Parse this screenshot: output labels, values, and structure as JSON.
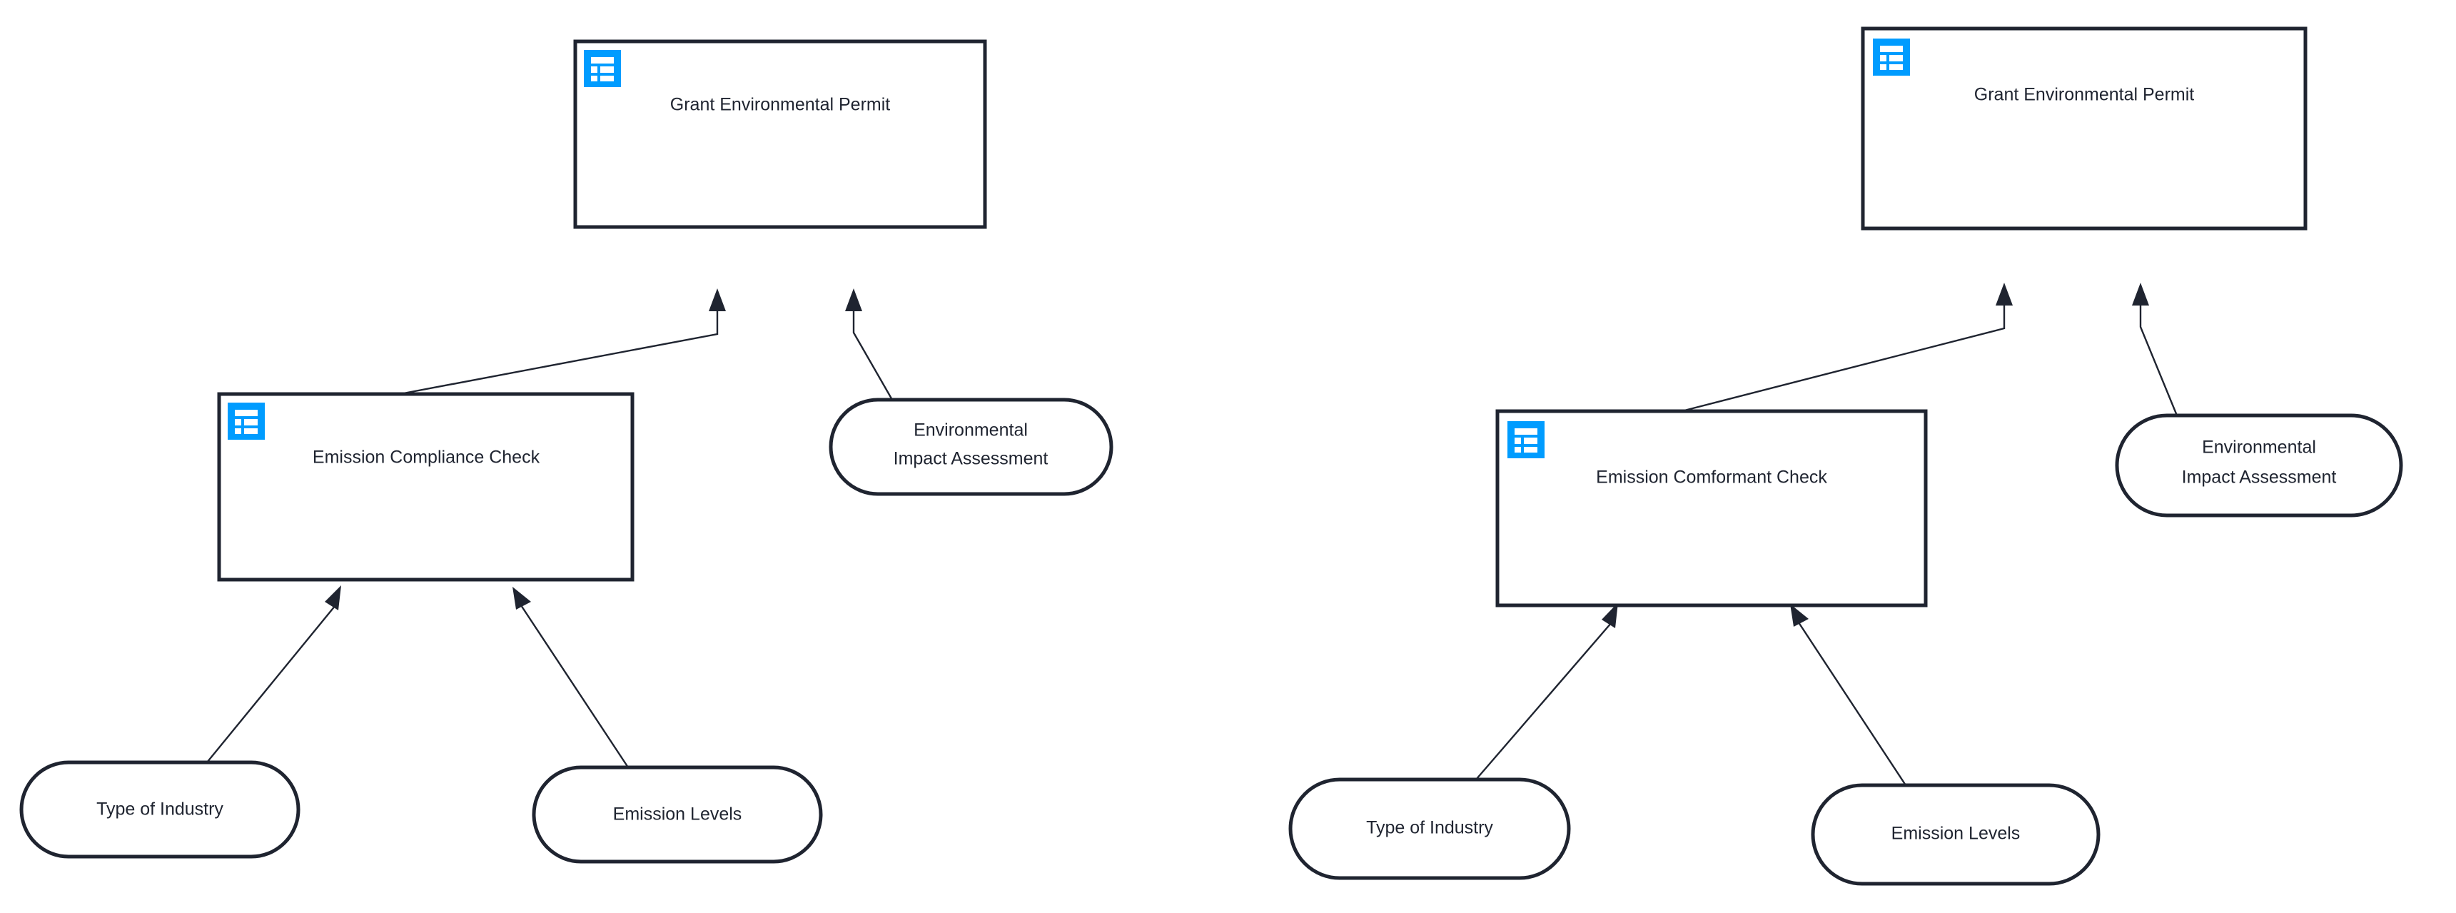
{
  "page": {
    "title": "Environmental Permit Decision Requirement Diagrams",
    "background_color": "#ffffff",
    "layout": "two side-by-side DMN-style decision requirement diagrams"
  },
  "theme": {
    "node_stroke": "#1f2430",
    "node_fill": "#ffffff",
    "icon_accent": "#009cff",
    "icon_glyph_color": "#ffffff",
    "text_color": "#1f2430",
    "edge_color": "#1f2430"
  },
  "icons": {
    "decision_icon_name": "decision-table-icon"
  },
  "diagrams": [
    {
      "id": "left",
      "name": "left-diagram",
      "nodes": {
        "decision_top": {
          "label": "Grant Environmental Permit",
          "shape": "rectangle",
          "has_icon": true,
          "icon": "decision-table-icon"
        },
        "decision_mid": {
          "label": "Emission Compliance Check",
          "shape": "rectangle",
          "has_icon": true,
          "icon": "decision-table-icon"
        },
        "input_assessment": {
          "label_line1": "Environmental",
          "label_line2": "Impact Assessment",
          "shape": "stadium",
          "has_icon": false
        },
        "input_industry": {
          "label": "Type of Industry",
          "shape": "stadium",
          "has_icon": false
        },
        "input_emission": {
          "label": "Emission Levels",
          "shape": "stadium",
          "has_icon": false
        }
      },
      "edges": [
        {
          "from": "Emission Compliance Check",
          "to": "Grant Environmental Permit",
          "arrow": "open-triangle"
        },
        {
          "from": "Environmental Impact Assessment",
          "to": "Grant Environmental Permit",
          "arrow": "open-triangle"
        },
        {
          "from": "Type of Industry",
          "to": "Emission Compliance Check",
          "arrow": "open-triangle"
        },
        {
          "from": "Emission Levels",
          "to": "Emission Compliance Check",
          "arrow": "open-triangle"
        }
      ]
    },
    {
      "id": "right",
      "name": "right-diagram",
      "nodes": {
        "decision_top": {
          "label": "Grant Environmental Permit",
          "shape": "rectangle",
          "has_icon": true,
          "icon": "decision-table-icon"
        },
        "decision_mid": {
          "label": "Emission Comformant Check",
          "shape": "rectangle",
          "has_icon": true,
          "icon": "decision-table-icon"
        },
        "input_assessment": {
          "label_line1": "Environmental",
          "label_line2": "Impact Assessment",
          "shape": "stadium",
          "has_icon": false
        },
        "input_industry": {
          "label": "Type of Industry",
          "shape": "stadium",
          "has_icon": false
        },
        "input_emission": {
          "label": "Emission Levels",
          "shape": "stadium",
          "has_icon": false
        }
      },
      "edges": [
        {
          "from": "Emission Comformant Check",
          "to": "Grant Environmental Permit",
          "arrow": "open-triangle"
        },
        {
          "from": "Environmental Impact Assessment",
          "to": "Grant Environmental Permit",
          "arrow": "open-triangle"
        },
        {
          "from": "Type of Industry",
          "to": "Emission Comformant Check",
          "arrow": "open-triangle"
        },
        {
          "from": "Emission Levels",
          "to": "Emission Comformant Check",
          "arrow": "open-triangle"
        }
      ]
    }
  ]
}
